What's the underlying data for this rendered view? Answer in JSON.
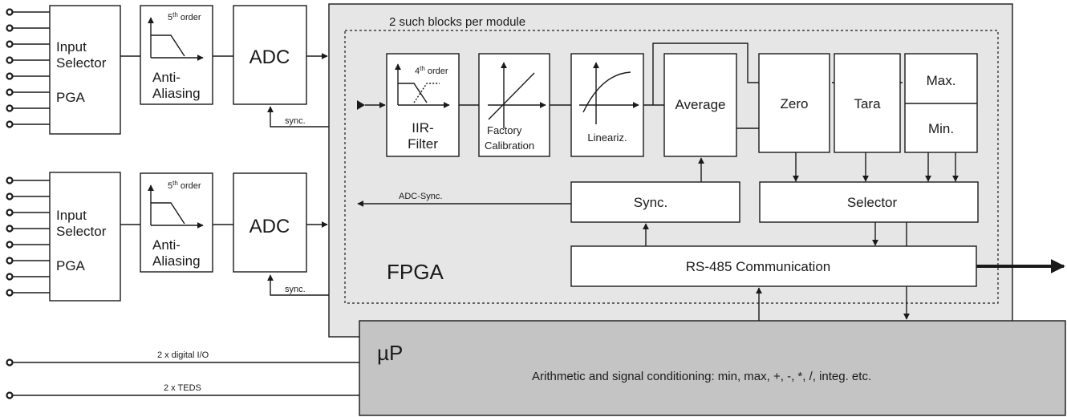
{
  "channel_top": {
    "input_selector": [
      "Input",
      "Selector"
    ],
    "pga": "PGA",
    "filter_order": {
      "num": "5",
      "sup": "th",
      "rest": " order"
    },
    "anti_aliasing": [
      "Anti-",
      "Aliasing"
    ],
    "adc": "ADC",
    "sync": "sync."
  },
  "channel_bottom": {
    "input_selector": [
      "Input",
      "Selector"
    ],
    "pga": "PGA",
    "filter_order": {
      "num": "5",
      "sup": "th",
      "rest": " order"
    },
    "anti_aliasing": [
      "Anti-",
      "Aliasing"
    ],
    "adc": "ADC",
    "sync": "sync."
  },
  "fpga": {
    "label": "FPGA",
    "blocks_note": "2 such blocks per module",
    "iir": {
      "order": {
        "num": "4",
        "sup": "th",
        "rest": " order"
      },
      "label": [
        "IIR-",
        "Filter"
      ]
    },
    "factory_calibration": [
      "Factory",
      "Calibration"
    ],
    "lineariz": "Lineariz.",
    "average": "Average",
    "zero": "Zero",
    "tara": "Tara",
    "max": "Max.",
    "min": "Min.",
    "sync_block": "Sync.",
    "adc_sync": "ADC-Sync.",
    "selector": "Selector",
    "rs485": "RS-485 Communication"
  },
  "up": {
    "label": "µP",
    "description": "Arithmetic and signal conditioning: min, max, +, -, *, /, integ. etc."
  },
  "io": {
    "digital": "2 x digital I/O",
    "teds": "2 x TEDS"
  },
  "colors": {
    "fpga_fill": "#e6e6e6",
    "up_fill": "#c4c4c4",
    "line": "#1a1a1a"
  }
}
